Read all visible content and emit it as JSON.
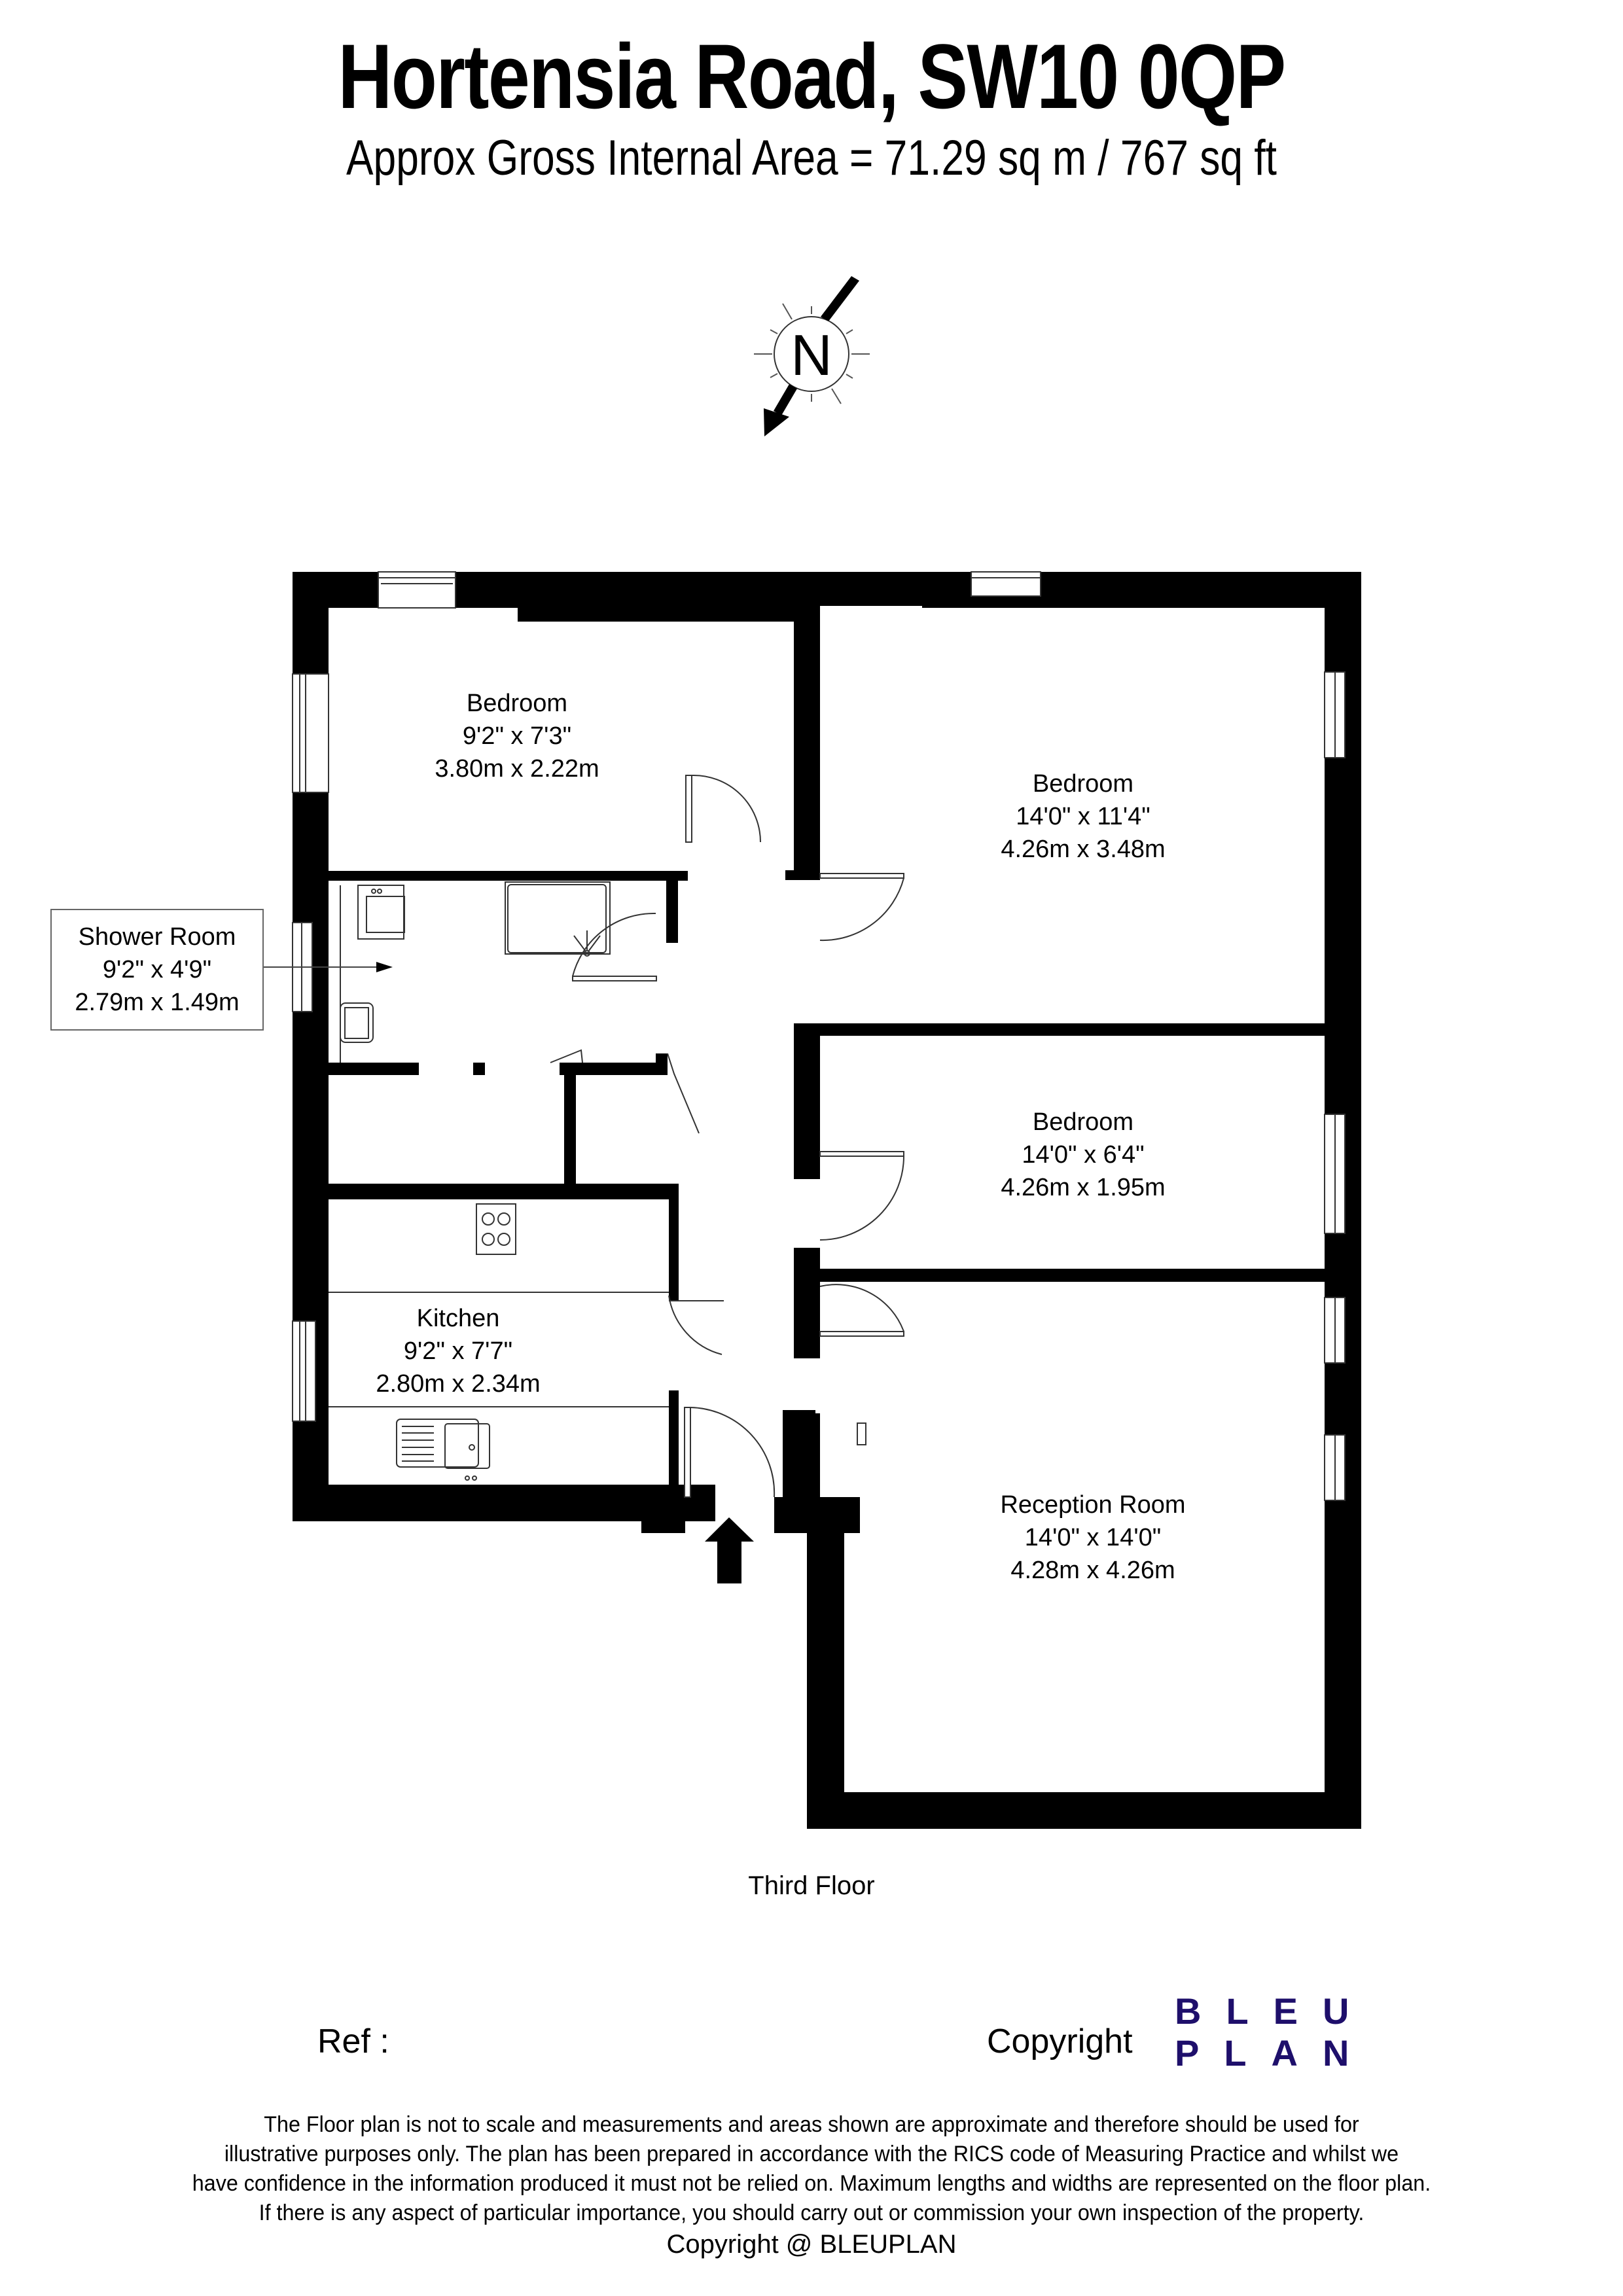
{
  "header": {
    "title": "Hortensia Road, SW10 0QP",
    "subtitle": "Approx Gross Internal Area = 71.29 sq m / 767 sq ft"
  },
  "compass": {
    "label": "N",
    "icon": "north-arrow-icon"
  },
  "rooms": [
    {
      "name": "Bedroom",
      "imperial": "9'2\" x 7'3\"",
      "metric": "3.80m x 2.22m"
    },
    {
      "name": "Bedroom",
      "imperial": "14'0\" x 11'4\"",
      "metric": "4.26m x 3.48m"
    },
    {
      "name": "Shower Room",
      "imperial": "9'2\" x 4'9\"",
      "metric": "2.79m x 1.49m"
    },
    {
      "name": "Bedroom",
      "imperial": "14'0\" x 6'4\"",
      "metric": "4.26m x 1.95m"
    },
    {
      "name": "Kitchen",
      "imperial": "9'2\" x 7'7\"",
      "metric": "2.80m x 2.34m"
    },
    {
      "name": "Reception Room",
      "imperial": "14'0\" x 14'0\"",
      "metric": "4.28m x 4.26m"
    }
  ],
  "floor_label": "Third Floor",
  "footer": {
    "ref_label": "Ref  :",
    "copyright_label": "Copyright",
    "logo_line1": "BLEU",
    "logo_line2": "PLAN",
    "logo_color": "#1e0f6b",
    "disclaimer": [
      "The Floor plan is not to scale and measurements and areas shown are approximate and therefore should be used for",
      "illustrative purposes only. The plan has been prepared in accordance with the RICS code of Measuring Practice and whilst we",
      "have confidence in the information produced it must not be relied on. Maximum lengths and widths are represented on the floor plan.",
      "If there is any aspect of particular importance, you should carry out or commission your own inspection of the property."
    ],
    "copyright_line": "Copyright @ BLEUPLAN"
  }
}
